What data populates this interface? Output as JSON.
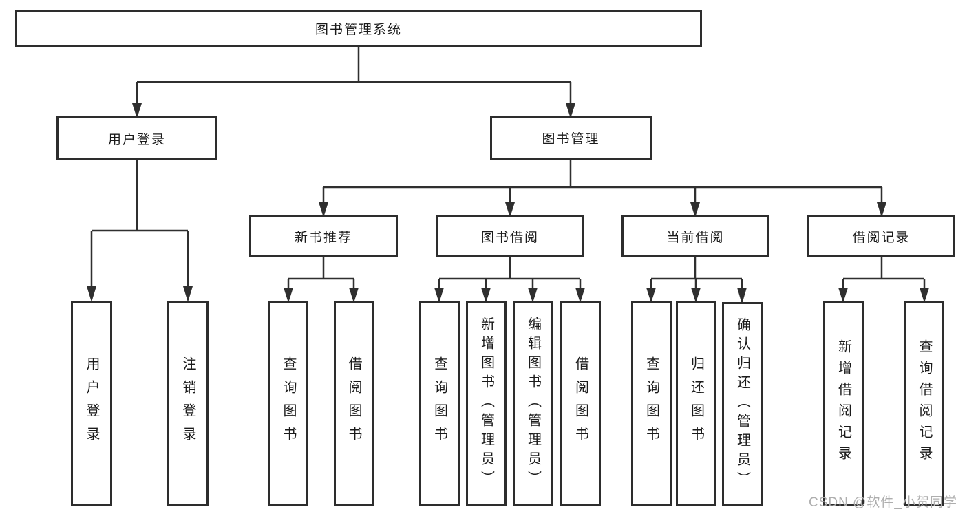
{
  "watermark": "CSDN @软件_小贺同学",
  "colors": {
    "line": "#2f2f2f",
    "border": "#2d2d2d",
    "text": "#1b1b1b",
    "watermark": "#aeaeae",
    "background": "#ffffff"
  },
  "tree": {
    "label": "图书管理系统",
    "children": [
      {
        "label": "用户登录",
        "children": [
          {
            "label": "用户登录"
          },
          {
            "label": "注销登录"
          }
        ]
      },
      {
        "label": "图书管理",
        "children": [
          {
            "label": "新书推荐",
            "children": [
              {
                "label": "查询图书"
              },
              {
                "label": "借阅图书"
              }
            ]
          },
          {
            "label": "图书借阅",
            "children": [
              {
                "label": "查询图书"
              },
              {
                "label": "新增图书（管理员）"
              },
              {
                "label": "编辑图书（管理员）"
              },
              {
                "label": "借阅图书"
              }
            ]
          },
          {
            "label": "当前借阅",
            "children": [
              {
                "label": "查询图书"
              },
              {
                "label": "归还图书"
              },
              {
                "label": "确认归还（管理员）"
              }
            ]
          },
          {
            "label": "借阅记录",
            "children": [
              {
                "label": "新增借阅记录"
              },
              {
                "label": "查询借阅记录"
              }
            ]
          }
        ]
      }
    ]
  }
}
